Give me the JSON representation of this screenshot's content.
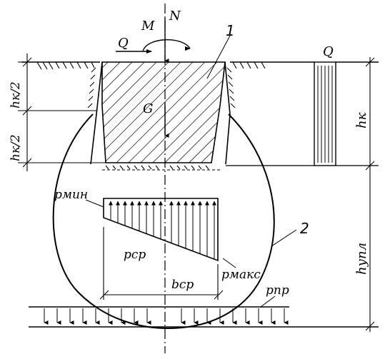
{
  "labels": {
    "moment": "M",
    "normal_force": "N",
    "shear_left": "Q",
    "shear_right": "Q",
    "weight": "G",
    "callout_1": "1",
    "callout_2": "2",
    "half_depth_top": "hк/2",
    "half_depth_bottom": "hк/2",
    "depth": "hк",
    "compacted_height": "hупл",
    "p_min": "pмин",
    "p_avg": "pср",
    "p_max": "pмакс",
    "b_avg": "bср",
    "p_pr": "pпр"
  }
}
